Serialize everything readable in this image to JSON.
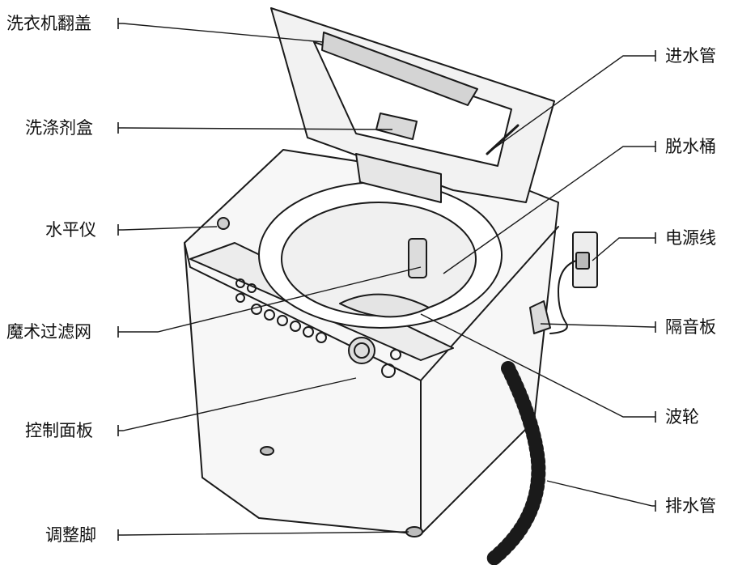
{
  "labels": {
    "left": [
      {
        "id": "lid",
        "text": "洗衣机翻盖"
      },
      {
        "id": "detergent-box",
        "text": "洗涤剂盒"
      },
      {
        "id": "level-gauge",
        "text": "水平仪"
      },
      {
        "id": "magic-filter",
        "text": "魔术过滤网"
      },
      {
        "id": "control-panel",
        "text": "控制面板"
      },
      {
        "id": "adjust-foot",
        "text": "调整脚"
      }
    ],
    "right": [
      {
        "id": "inlet-hose",
        "text": "进水管"
      },
      {
        "id": "spin-tub",
        "text": "脱水桶"
      },
      {
        "id": "power-cord",
        "text": "电源线"
      },
      {
        "id": "sound-panel",
        "text": "隔音板"
      },
      {
        "id": "pulsator",
        "text": "波轮"
      },
      {
        "id": "drain-hose",
        "text": "排水管"
      }
    ]
  },
  "colors": {
    "line": "#1a1a1a",
    "fill_light": "#f2f2f2",
    "fill_mid": "#d9d9d9",
    "fill_dark": "#9a9a9a"
  }
}
